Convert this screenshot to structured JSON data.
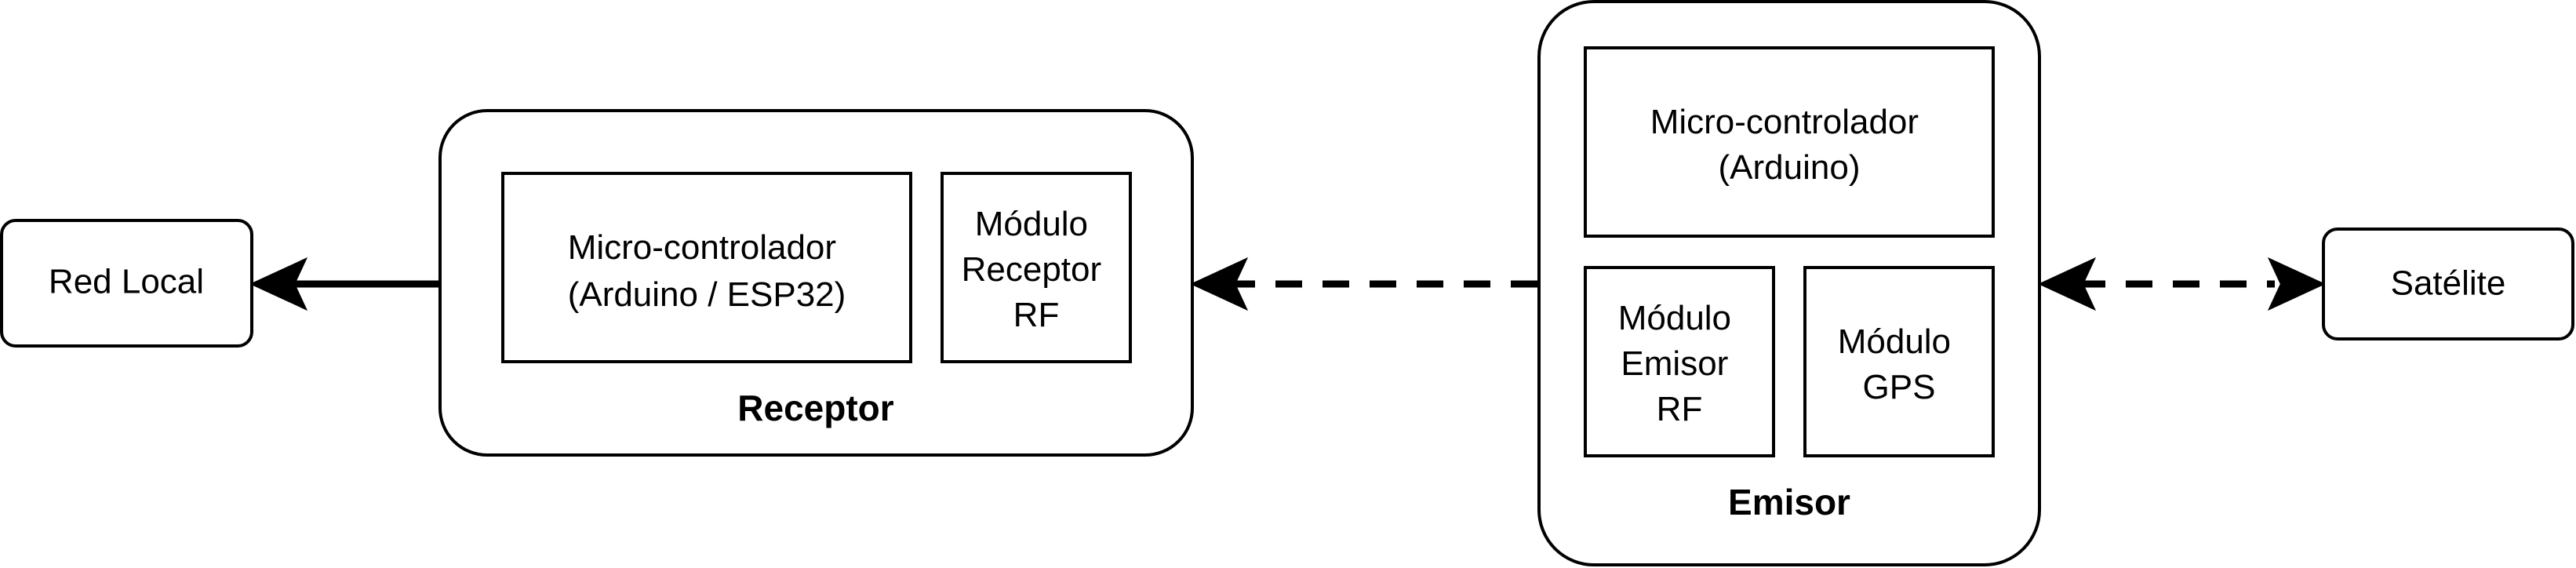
{
  "colors": {
    "stroke": "#000000",
    "fill": "#ffffff",
    "text": "#000000"
  },
  "nodes": {
    "red_local": {
      "label": "Red Local"
    },
    "satelite": {
      "label": "Satélite"
    },
    "receptor": {
      "title": "Receptor",
      "mcu": {
        "line1": "Micro-controlador",
        "line2": "(Arduino / ESP32)"
      },
      "rf": {
        "line1": "Módulo",
        "line2": "Receptor",
        "line3": "RF"
      }
    },
    "emisor": {
      "title": "Emisor",
      "mcu": {
        "line1": "Micro-controlador",
        "line2": "(Arduino)"
      },
      "rf": {
        "line1": "Módulo",
        "line2": "Emisor",
        "line3": "RF"
      },
      "gps": {
        "line1": "Módulo",
        "line2": "GPS"
      }
    }
  },
  "edges": [
    {
      "from": "receptor",
      "to": "red_local",
      "style": "solid",
      "direction": "forward"
    },
    {
      "from": "emisor",
      "to": "receptor",
      "style": "dashed",
      "direction": "forward"
    },
    {
      "from": "emisor",
      "to": "satelite",
      "style": "dashed",
      "direction": "both"
    }
  ]
}
